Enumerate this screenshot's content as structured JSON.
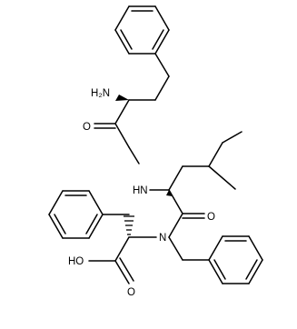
{
  "molecule": {
    "atom_labels": {
      "amine": "H₂N",
      "carbonyl_oxygen_1": "O",
      "amide_nitrogen_1": "HN",
      "carbonyl_oxygen_2": "O",
      "amide_nitrogen_2": "N",
      "acid_hydroxyl": "HO",
      "acid_oxygen": "O"
    }
  },
  "colors": {
    "line": "#000000",
    "background": "#ffffff"
  }
}
